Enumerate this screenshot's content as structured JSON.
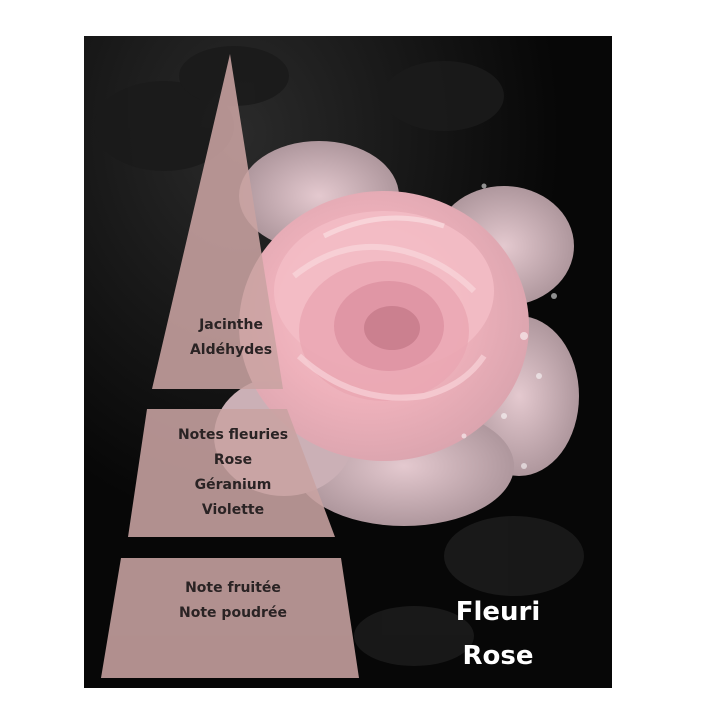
{
  "pyramid": {
    "top_notes": [
      "Jacinthe",
      "Aldéhydes"
    ],
    "heart_notes": [
      "Notes fleuries",
      "Rose",
      "Géranium",
      "Violette"
    ],
    "base_notes": [
      "Note fruitée",
      "Note poudrée"
    ]
  },
  "family": {
    "line1": "Fleuri",
    "line2": "Rose"
  },
  "colors": {
    "background": "#0a0a0a",
    "pyramid": "#c9a3a2",
    "rose_petal": "#f0b7c0",
    "text_dark": "#2a2324",
    "text_light": "#ffffff"
  }
}
